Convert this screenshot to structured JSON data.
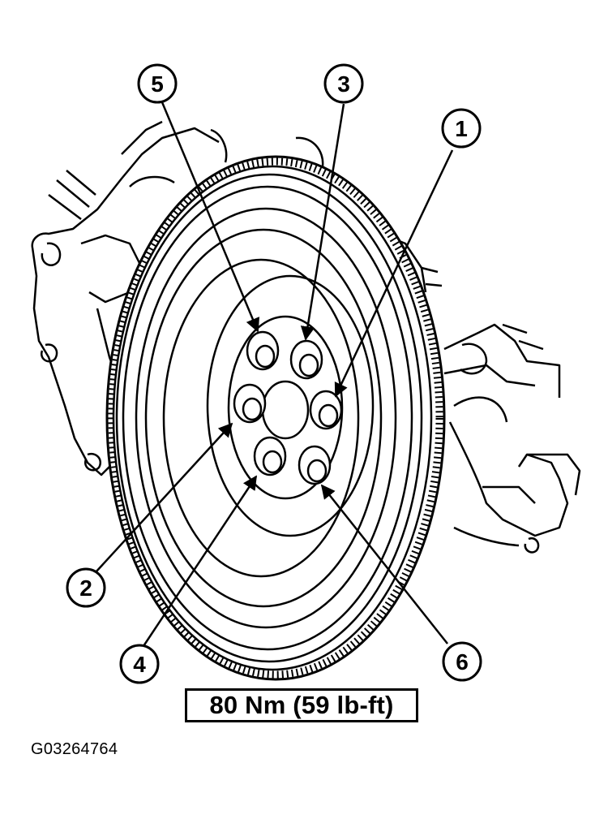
{
  "torque_spec": "80 Nm (59 lb-ft)",
  "figure_id": "G03264764",
  "callouts": [
    {
      "label": "1"
    },
    {
      "label": "2"
    },
    {
      "label": "3"
    },
    {
      "label": "4"
    },
    {
      "label": "5"
    },
    {
      "label": "6"
    }
  ]
}
